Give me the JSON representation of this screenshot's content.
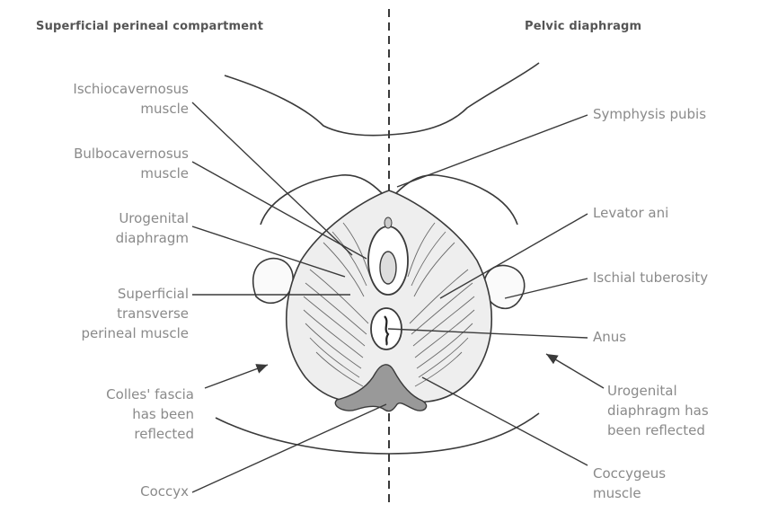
{
  "headers": {
    "left": "Superficial perineal compartment",
    "right": "Pelvic diaphragm"
  },
  "labels_left": {
    "ischiocavernosus": [
      "Ischiocavernosus",
      "muscle"
    ],
    "bulbocavernosus": [
      "Bulbocavernosus",
      "muscle"
    ],
    "urogenital_diaphragm": [
      "Urogenital",
      "diaphragm"
    ],
    "superficial_transverse": [
      "Superficial",
      "transverse",
      "perineal muscle"
    ],
    "colles_fascia": [
      "Colles' fascia",
      "has been",
      "reflected"
    ],
    "coccyx": [
      "Coccyx"
    ]
  },
  "labels_right": {
    "symphysis_pubis": [
      "Symphysis pubis"
    ],
    "levator_ani": [
      "Levator ani"
    ],
    "ischial_tuberosity": [
      "Ischial tuberosity"
    ],
    "anus": [
      "Anus"
    ],
    "urogenital_reflected": [
      "Urogenital",
      "diaphragm has",
      "been reflected"
    ],
    "coccygeus": [
      "Coccygeus",
      "muscle"
    ]
  },
  "colors": {
    "line": "#3a3a3a",
    "label": "#8a8a8a",
    "header": "#555555"
  }
}
